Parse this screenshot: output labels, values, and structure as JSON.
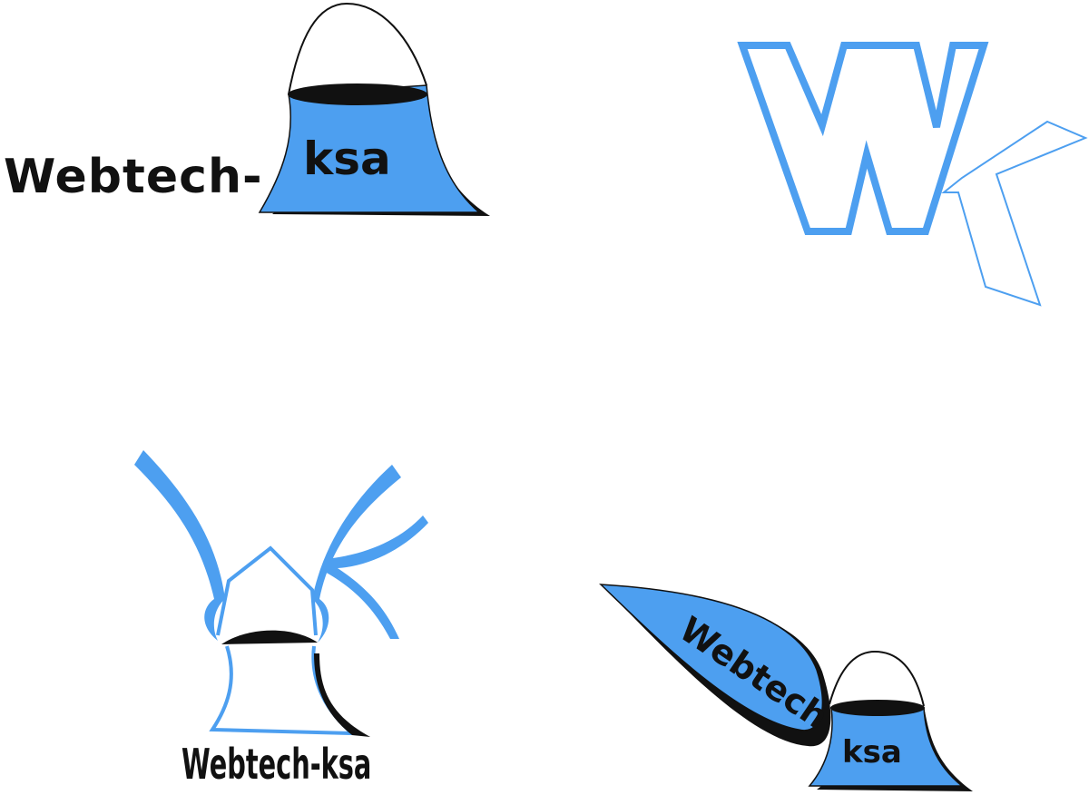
{
  "colors": {
    "accent_blue": "#4d9ff0",
    "ink": "#111111",
    "background": "#ffffff"
  },
  "logos": {
    "logo1": {
      "left_text": "Webtech-",
      "bag_text": "ksa"
    },
    "logo2": {
      "letters": "WK"
    },
    "logo3": {
      "caption": "Webtech-ksa"
    },
    "logo4": {
      "leaf_text": "Webtech",
      "bag_text": "ksa"
    }
  }
}
